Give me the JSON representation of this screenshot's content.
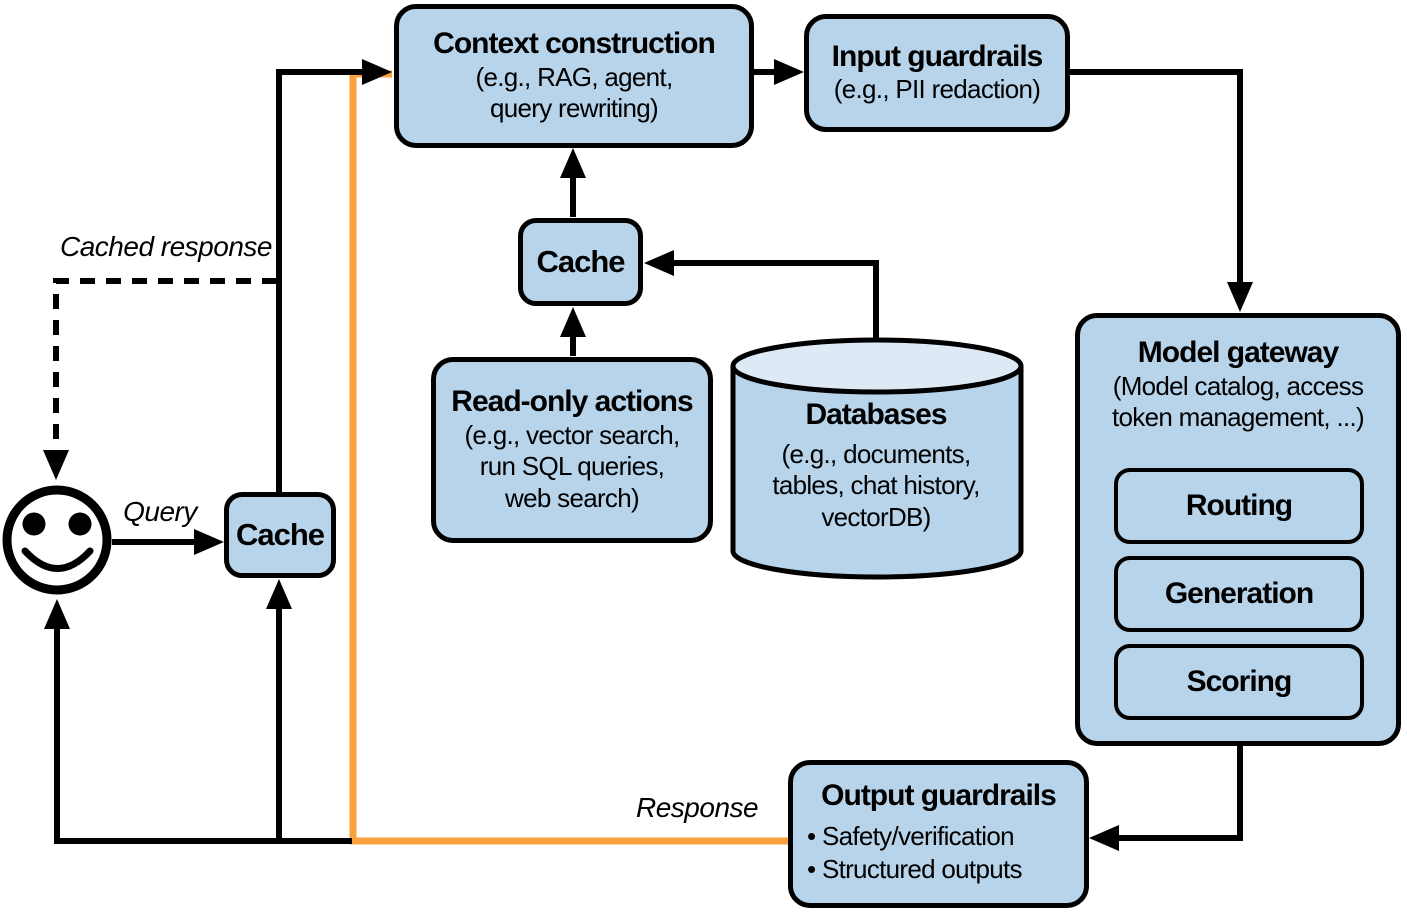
{
  "colors": {
    "box_fill": "#b7d4ea",
    "cylinder_top_fill": "#dde9f5",
    "orange": "#f9a23c",
    "black": "#000000"
  },
  "labels": {
    "cached_response": "Cached response",
    "query": "Query",
    "response": "Response"
  },
  "nodes": {
    "user": {
      "icon": "smiley-face"
    },
    "context_construction": {
      "title": "Context construction",
      "subtitle": [
        "(e.g., RAG, agent,",
        "query rewriting)"
      ]
    },
    "input_guardrails": {
      "title": "Input guardrails",
      "subtitle": [
        "(e.g., PII redaction)"
      ]
    },
    "cache_top": {
      "title": "Cache"
    },
    "cache_left": {
      "title": "Cache"
    },
    "read_only_actions": {
      "title": "Read-only actions",
      "subtitle": [
        "(e.g., vector search,",
        "run SQL queries,",
        "web search)"
      ]
    },
    "databases": {
      "title": "Databases",
      "subtitle": [
        "(e.g., documents,",
        "tables, chat history,",
        "vectorDB)"
      ]
    },
    "model_gateway": {
      "title": "Model gateway",
      "subtitle": [
        "(Model catalog, access",
        "token management, ...)"
      ],
      "children": [
        {
          "title": "Routing"
        },
        {
          "title": "Generation"
        },
        {
          "title": "Scoring"
        }
      ]
    },
    "output_guardrails": {
      "title": "Output guardrails",
      "bullets": [
        "Safety/verification",
        "Structured outputs"
      ]
    }
  }
}
